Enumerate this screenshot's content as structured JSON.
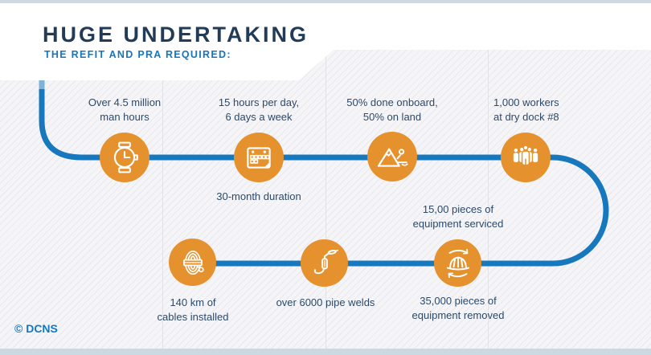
{
  "header": {
    "title": "HUGE UNDERTAKING",
    "subtitle": "THE REFIT AND PRA REQUIRED:"
  },
  "footer": {
    "copyright": "© DCNS"
  },
  "colors": {
    "accent_orange": "#e5922e",
    "path_blue": "#1878bd",
    "path_blue_light": "#7fb2d9",
    "title_navy": "#223c57",
    "link_blue": "#1377be",
    "label_navy": "#2c4a68",
    "bar_gray_blue": "#cdd9e1",
    "background": "#f5f5f8"
  },
  "milestones": [
    {
      "icon": "watch-icon",
      "lines": [
        "Over 4.5 million",
        "man hours"
      ]
    },
    {
      "icon": "calendar-icon",
      "lines": [
        "15 hours per day,",
        "6 days a week"
      ],
      "below_lines": [
        "30-month duration"
      ]
    },
    {
      "icon": "mountain-icon",
      "lines": [
        "50% done onboard,",
        "50% on land"
      ]
    },
    {
      "icon": "workers-icon",
      "lines": [
        "1,000 workers",
        "at dry dock #8"
      ]
    },
    {
      "icon": "hard-hat-recycle-icon",
      "lines": [
        "15,00 pieces of",
        "equipment serviced"
      ],
      "below_lines": [
        "35,000 pieces of",
        "equipment removed"
      ]
    },
    {
      "icon": "welding-torch-icon",
      "lines": [
        "over 6000 pipe welds"
      ]
    },
    {
      "icon": "rope-coil-icon",
      "lines": [
        "140 km of",
        "cables installed"
      ]
    }
  ]
}
